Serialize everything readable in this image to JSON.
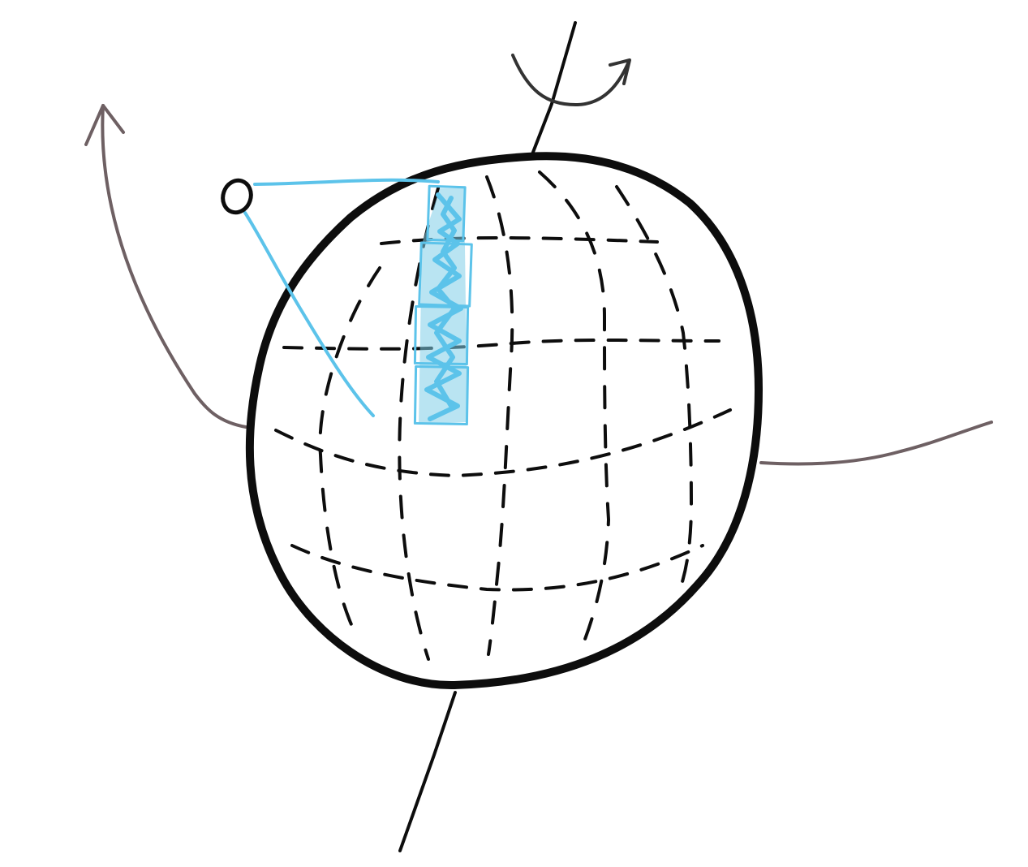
{
  "diagram": {
    "background_color": "#ffffff",
    "colors": {
      "ink": "#0d0d0d",
      "arrow": "#6e6063",
      "highlight": "#5cc3ea",
      "highlight_fill": "#7fcde8"
    },
    "elements": [
      "sphere-outline",
      "rotation-axis",
      "rotation-arrow",
      "latitude-grid-lines",
      "longitude-grid-lines",
      "observer-point",
      "view-cone",
      "highlighted-strip",
      "left-curved-arrow",
      "right-line"
    ]
  }
}
